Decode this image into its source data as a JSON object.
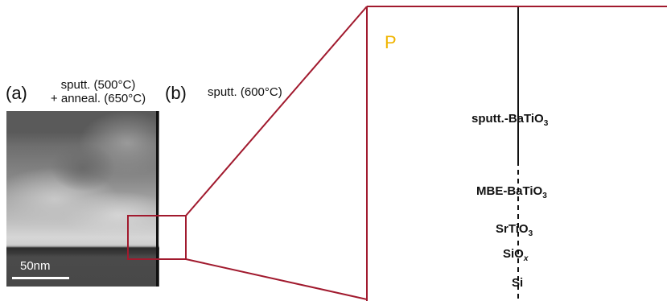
{
  "panel_a": {
    "label": "(a)",
    "caption_line1": "sputt. (500°C)",
    "caption_line2": "+ anneal. (650°C)",
    "scale_bar_label": "50nm"
  },
  "panel_b": {
    "label": "(b)",
    "caption": "sputt. (600°C)"
  },
  "zoom_panel": {
    "polarization_label": "P",
    "layers": [
      {
        "name": "sputt.-BaTiO",
        "subscript": "3"
      },
      {
        "name": "MBE-BaTiO",
        "subscript": "3"
      },
      {
        "name": "SrTiO",
        "subscript": "3"
      },
      {
        "name": "SiO",
        "subscript": "x"
      },
      {
        "name": "Si",
        "subscript": ""
      }
    ]
  },
  "colors": {
    "frame": "#a11a2e",
    "polarization": "#f0b400",
    "micrograph_dark": "#3a3a3a",
    "micrograph_light": "#d8d8d8"
  }
}
